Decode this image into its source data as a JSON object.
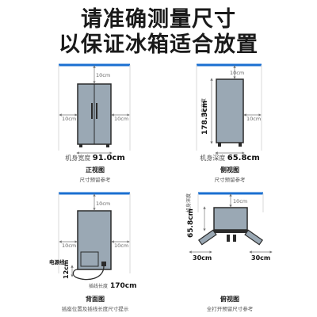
{
  "title": {
    "line1": "请准确测量尺寸",
    "line2": "以保证冰箱适合放置"
  },
  "clearance_label": "10cm",
  "front": {
    "dim_label": "机身宽度",
    "dim_value": "91.0cm",
    "name": "正视图",
    "note": "尺寸预留参考"
  },
  "side": {
    "dim_label": "机身高度",
    "dim_value": "178.3cm",
    "depth_label": "机身深度",
    "depth_value": "65.8cm",
    "name": "侧视图",
    "note": "尺寸预留参考"
  },
  "back": {
    "cord_label": "电源线",
    "cord_value": "12cm",
    "cord_len_label": "插线长度",
    "cord_len_value": "170cm",
    "name": "背面图",
    "note": "插座位置及插线长度尺寸提示"
  },
  "top": {
    "depth_label": "机身深度",
    "depth_value": "65.8cm",
    "door_left": "30cm",
    "door_right": "30cm",
    "name": "俯视图",
    "note": "全打开预留尺寸参考"
  },
  "colors": {
    "accent": "#1a6fd1",
    "fridge_body": "#9aa8b4",
    "fridge_outline": "#2b2b2b",
    "wall": "#d9d9d9"
  }
}
